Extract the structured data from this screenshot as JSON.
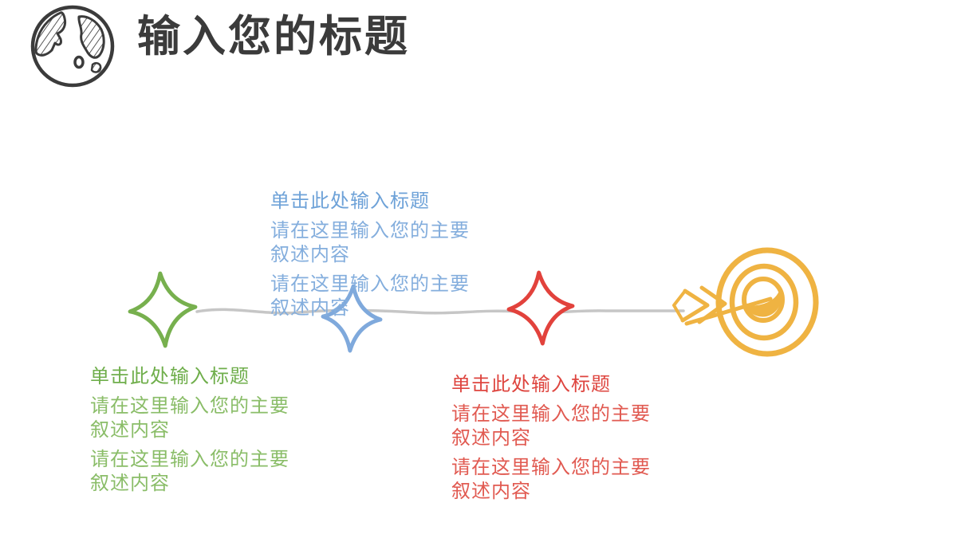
{
  "slide": {
    "title": "输入您的标题",
    "background_color": "#FFFFFF",
    "title_color": "#3B3B3B"
  },
  "header": {
    "icon": "globe-icon",
    "icon_color": "#3B3B3B"
  },
  "timeline": {
    "line_color": "#C6C6C6",
    "line_style": "hand-drawn wavy horizontal connector",
    "markers": [
      {
        "name": "spark-diamond-green",
        "shape": "four-point-spark-outline",
        "color": "#77B04E"
      },
      {
        "name": "spark-diamond-blue",
        "shape": "four-point-spark-outline",
        "color": "#7FA9DC"
      },
      {
        "name": "spark-diamond-red",
        "shape": "four-point-spark-outline",
        "color": "#E2423C"
      },
      {
        "name": "target-arrow",
        "shape": "bullseye-target-with-arrow",
        "color": "#EFB342"
      }
    ]
  },
  "steps": [
    {
      "heading": "单击此处输入标题",
      "body": [
        "请在这里输入您的主要叙述内容",
        "请在这里输入您的主要叙述内容"
      ],
      "heading_color": "#6FAE4B",
      "body_color": "#8ABD68",
      "placement": "below-line"
    },
    {
      "heading": "单击此处输入标题",
      "body": [
        "请在这里输入您的主要叙述内容",
        "请在这里输入您的主要叙述内容"
      ],
      "heading_color": "#6EA2D8",
      "body_color": "#84AEDD",
      "placement": "above-line"
    },
    {
      "heading": "单击此处输入标题",
      "body": [
        "请在这里输入您的主要叙述内容",
        "请在这里输入您的主要叙述内容"
      ],
      "heading_color": "#DE453F",
      "body_color": "#E15A51",
      "placement": "below-line"
    }
  ]
}
